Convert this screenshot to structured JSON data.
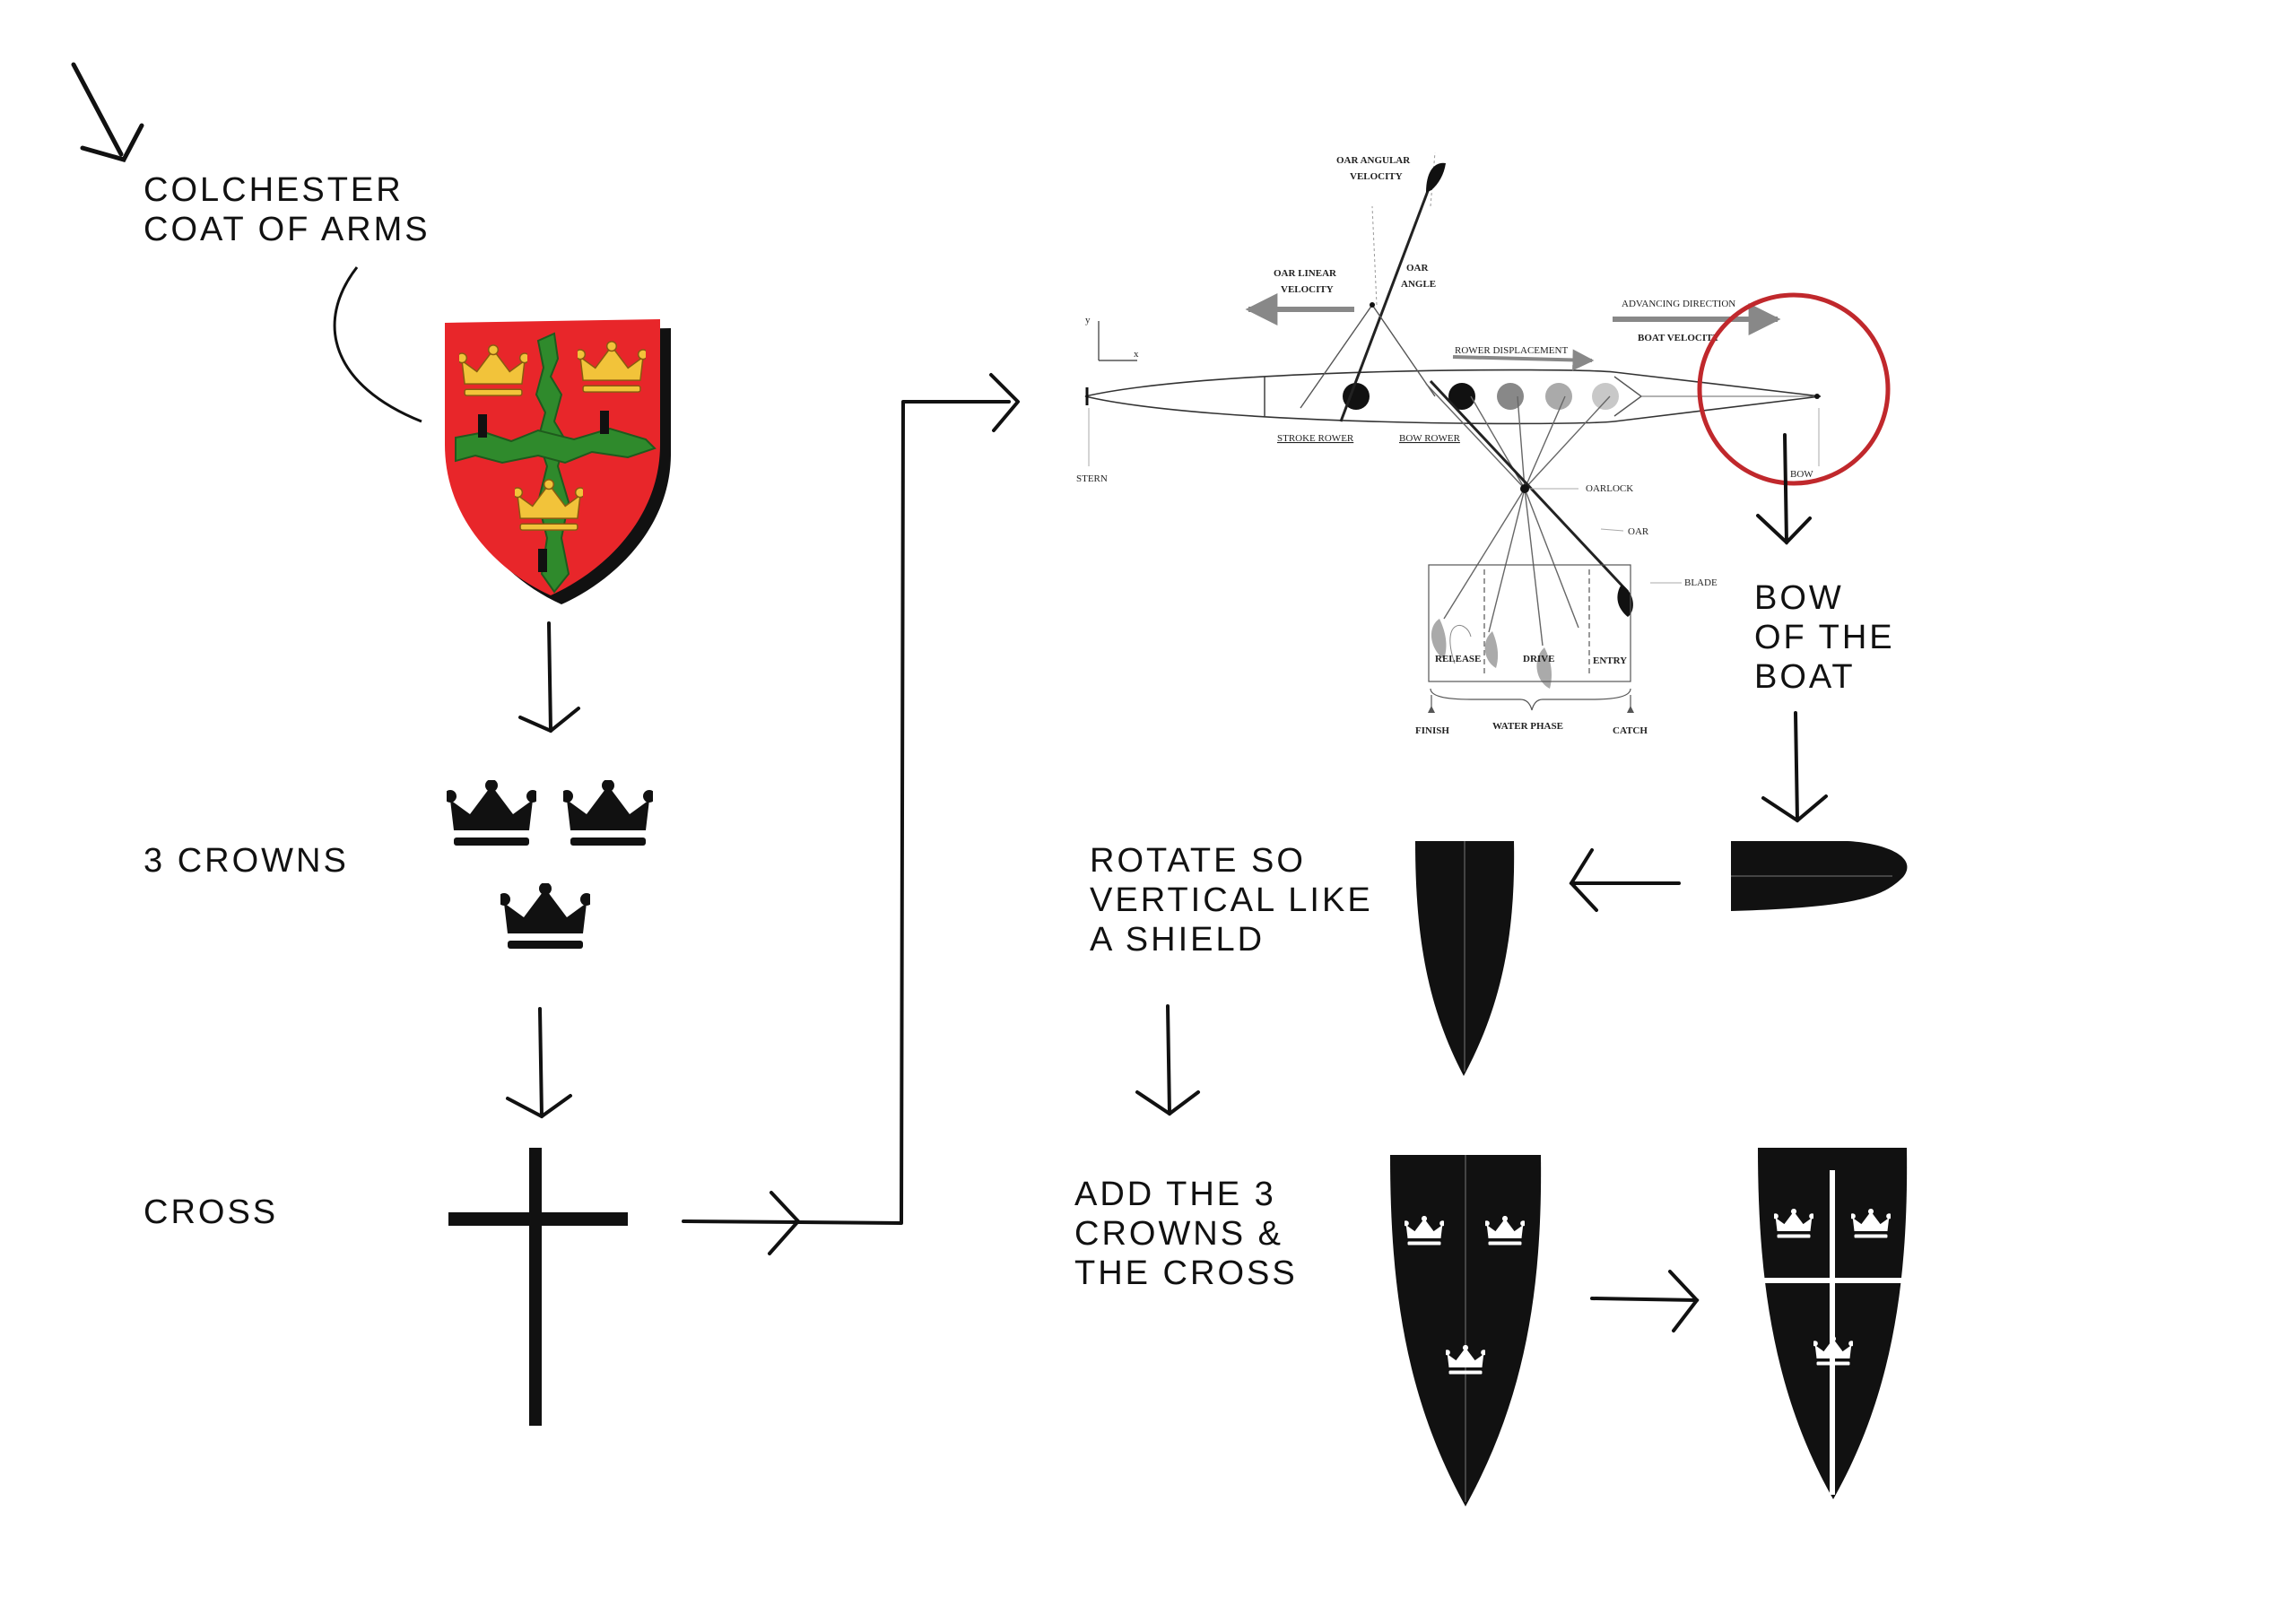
{
  "labels": {
    "coat_of_arms": "COLCHESTER\nCOAT OF ARMS",
    "three_crowns": "3 CROWNS",
    "cross": "CROSS",
    "bow": "BOW\nOF THE\nBOAT",
    "rotate": "ROTATE SO\nVERTICAL LIKE\nA SHIELD",
    "add": "ADD THE 3\nCROWNS &\nTHE CROSS"
  },
  "rowing_diagram": {
    "oar_angular_velocity": "OAR ANGULAR",
    "oar_angular_velocity_2": "VELOCITY",
    "oar_angle": "OAR",
    "oar_angle_2": "ANGLE",
    "oar_linear_velocity": "OAR LINEAR",
    "oar_linear_velocity_2": "VELOCITY",
    "advancing_direction": "ADVANCING DIRECTION",
    "boat_velocity": "BOAT VELOCITY",
    "rower_displacement": "ROWER DISPLACEMENT",
    "stroke_rower": "STROKE ROWER",
    "bow_rower": "BOW ROWER",
    "stern": "STERN",
    "bow": "BOW",
    "oarlock": "OARLOCK",
    "oar": "OAR",
    "blade": "BLADE",
    "release": "RELEASE",
    "drive": "DRIVE",
    "entry": "ENTRY",
    "finish": "FINISH",
    "water_phase": "WATER PHASE",
    "catch": "CATCH",
    "axis_y": "y",
    "axis_x": "x"
  },
  "colors": {
    "shield_red": "#e8262a",
    "cross_green": "#2f8a2c",
    "crown_gold": "#f2c33a",
    "highlight_circle": "#c0282c",
    "ink": "#111111"
  }
}
